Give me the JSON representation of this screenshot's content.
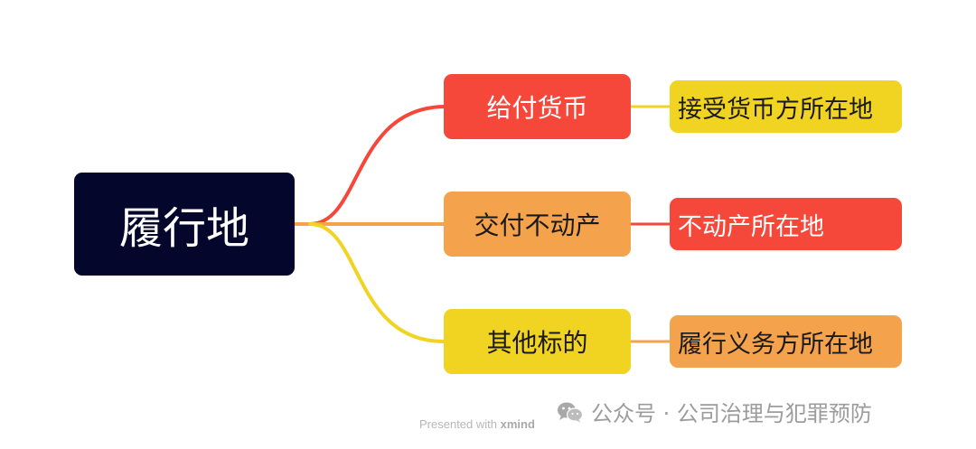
{
  "colors": {
    "navy": "#05062b",
    "red": "#f5473a",
    "orange": "#f5a24c",
    "yellow": "#f1d322"
  },
  "root": {
    "label": "履行地"
  },
  "branches": [
    {
      "label": "给付货币",
      "leaf": "接受货币方所在地"
    },
    {
      "label": "交付不动产",
      "leaf": "不动产所在地"
    },
    {
      "label": "其他标的",
      "leaf": "履行义务方所在地"
    }
  ],
  "footer": {
    "presented_prefix": "Presented with",
    "presented_brand": "xmind",
    "watermark_icon": "wechat-icon",
    "watermark_text": "公众号 · 公司治理与犯罪预防"
  }
}
